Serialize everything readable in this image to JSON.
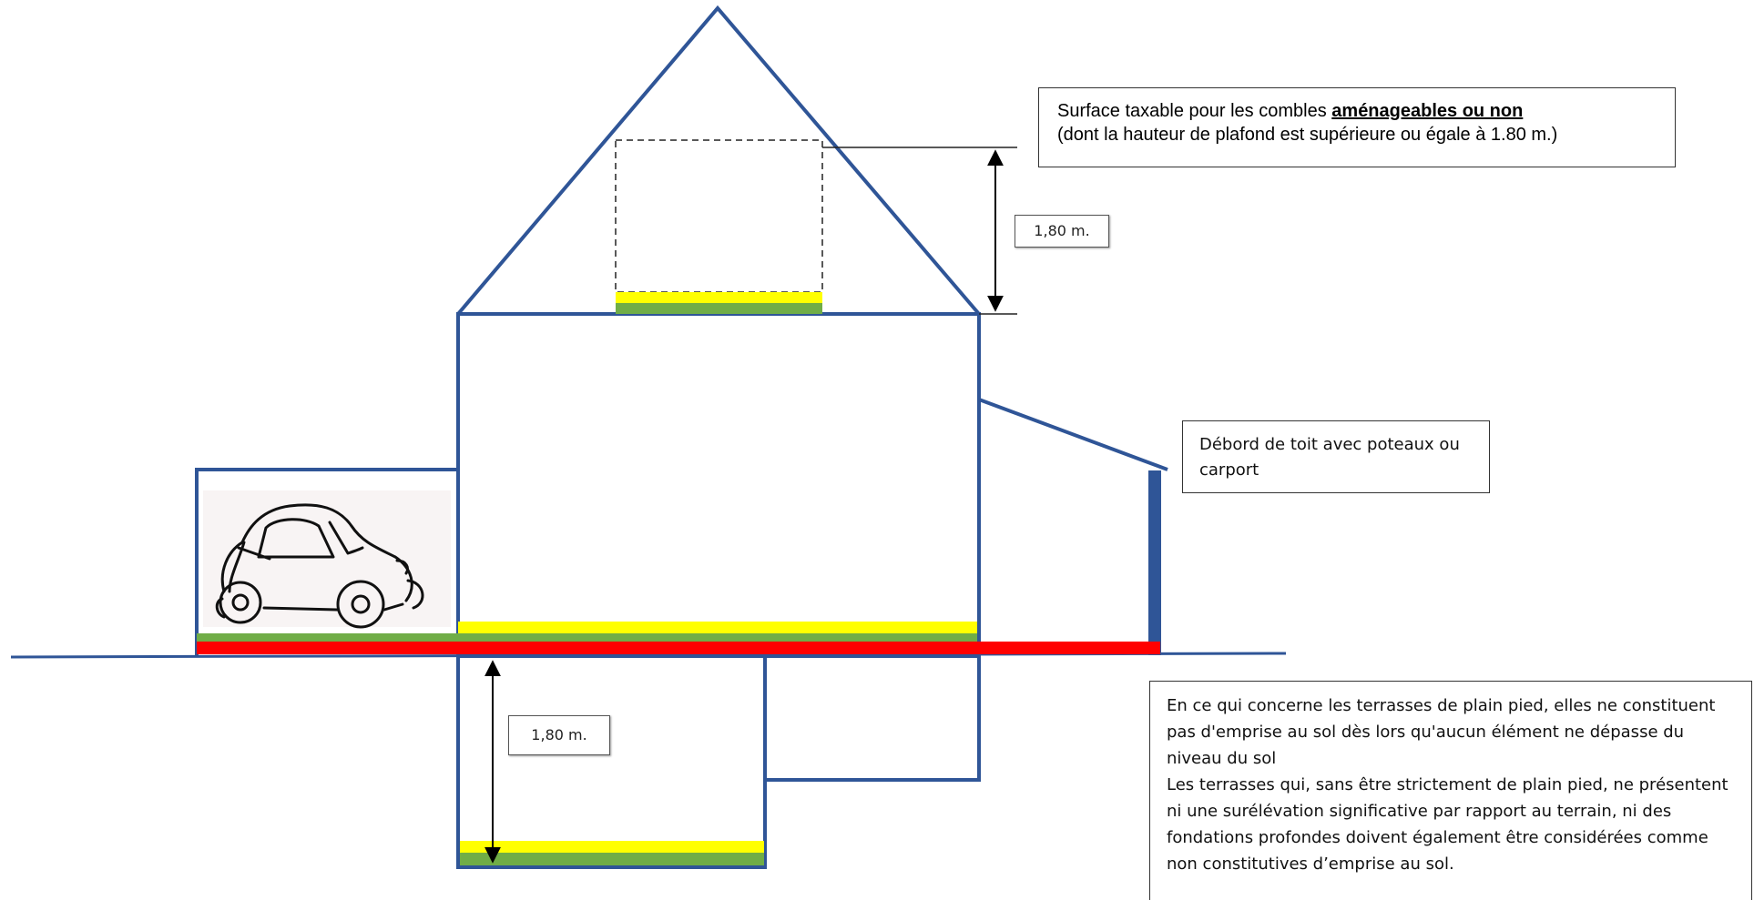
{
  "attic_note": {
    "line1_prefix": "Surface taxable pour les combles ",
    "line1_emphasis": "aménageables ou non",
    "line2": "(dont la hauteur de plafond est supérieure ou égale à 1.80 m.)"
  },
  "attic_dimension_label": "1,80 m.",
  "basement_dimension_label": "1,80 m.",
  "carport_note": "Débord de toit avec poteaux ou carport",
  "terrace_note": {
    "paragraph1": "En ce qui concerne les terrasses de plain pied, elles ne constituent pas d'emprise au sol dès lors qu'aucun élément ne dépasse du niveau du sol",
    "paragraph2": "Les terrasses qui, sans être strictement de plain pied, ne présentent ni une surélévation significative par rapport au terrain, ni des fondations profondes doivent également être considérées comme non constitutives d’emprise au sol."
  },
  "colors": {
    "structure": "#2f5597",
    "taxable_surface_yellow": "#ffff00",
    "floor_surface_green": "#70ad47",
    "footprint_red": "#ff0000",
    "ground_line": "#2f5597"
  }
}
